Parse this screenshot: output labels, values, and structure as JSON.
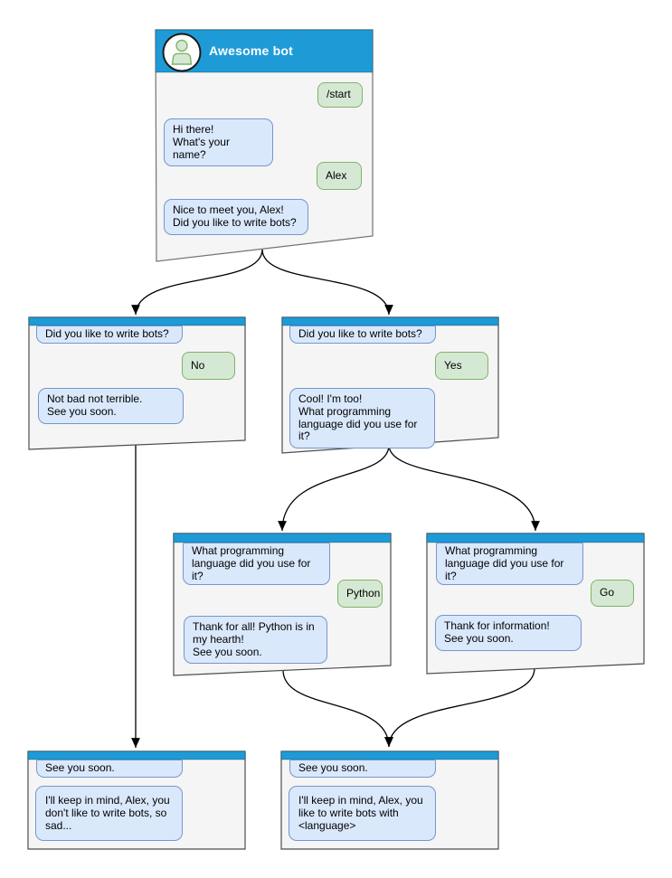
{
  "colors": {
    "titlebar_blue": "#1e9bd7",
    "node_fill": "#f5f5f5",
    "node_border": "#4d4d4d",
    "node_border_start": "#737373",
    "bot_bubble_fill": "#dae8fc",
    "bot_bubble_border": "#7596cd",
    "user_bubble_fill": "#d5e8d4",
    "user_bubble_border": "#82b366",
    "arrow": "#000000"
  },
  "nodes": {
    "start": {
      "title": "Awesome bot",
      "m1": "/start",
      "m2": "Hi there!\nWhat's your name?",
      "m3": "Alex",
      "m4": "Nice to meet you, Alex!\nDid you like to write bots?"
    },
    "no": {
      "q": "Did you like to write bots?",
      "a": "No",
      "r": "Not bad not terrible.\nSee you soon."
    },
    "yes": {
      "q": "Did you like to write bots?",
      "a": "Yes",
      "r": "Cool! I'm too!\nWhat programming\nlanguage did you use for it?"
    },
    "python": {
      "q": "What programming\nlanguage did you use for it?",
      "a": "Python",
      "r": "Thank for all! Python is in\nmy hearth!\nSee you soon."
    },
    "go": {
      "q": "What programming\nlanguage did you use for it?",
      "a": "Go",
      "r": "Thank for information!\nSee you soon."
    },
    "end_no": {
      "q": "See you soon.",
      "r": "I'll keep in mind, Alex, you\ndon't like to write bots, so\nsad..."
    },
    "end_yes": {
      "q": "See you soon.",
      "r": "I'll keep in mind, Alex, you\nlike to write bots with\n<language>"
    }
  }
}
